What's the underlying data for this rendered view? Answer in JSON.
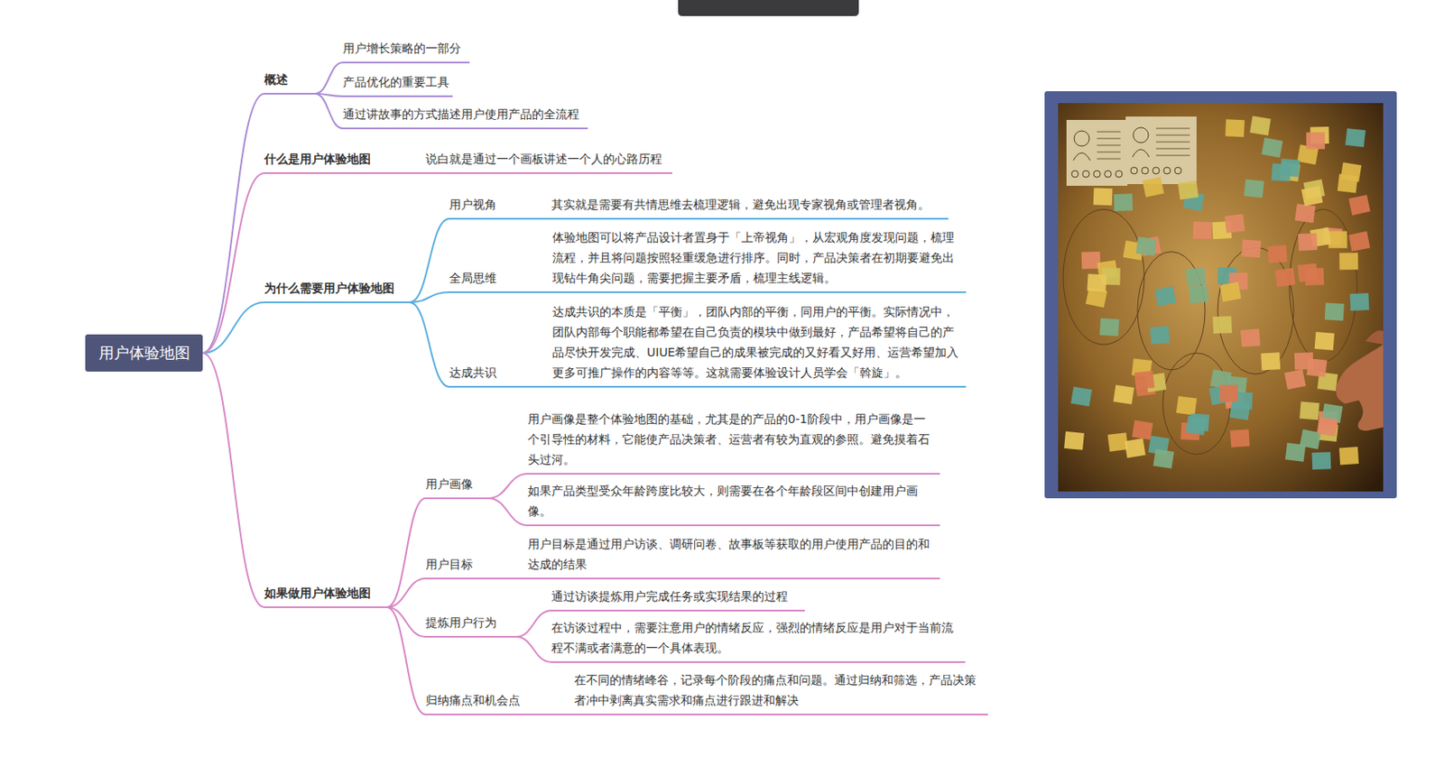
{
  "diagram": {
    "nodes": [
      {
        "text": [
          "用户体验地图"
        ]
      },
      {
        "text": [
          "概述"
        ]
      },
      {
        "text": [
          "用户增长策略的一部分"
        ]
      },
      {
        "text": [
          "产品优化的重要工具"
        ]
      },
      {
        "text": [
          "通过讲故事的方式描述用户使用产品的全流程"
        ]
      },
      {
        "text": [
          "什么是用户体验地图"
        ]
      },
      {
        "text": [
          "说白就是通过一个画板讲述一个人的心路历程"
        ]
      },
      {
        "text": [
          "为什么需要用户体验地图"
        ]
      },
      {
        "text": [
          "用户视角"
        ]
      },
      {
        "text": [
          "其实就是需要有共情思维去梳理逻辑，避免出现专家视角或管理者视角。"
        ]
      },
      {
        "text": [
          "全局思维"
        ]
      },
      {
        "text": [
          "体验地图可以将产品设计者置身于「上帝视角」，从宏观角度发现问题，梳理流程，并且将问题按照轻重缓急进行排序。同时，产品决策者在初期要避免出现钻牛角尖问题，需要把握主要矛盾，梳理主线逻辑。"
        ]
      },
      {
        "text": [
          "达成共识"
        ]
      },
      {
        "text": [
          "达成共识的本质是「平衡」，团队内部的平衡，同用户的平衡。实际情况中，团队内部每个职能都希望在自己负责的模块中做到最好，产品希望将自己的产品尽快开发完成、UIUE希望自己的成果被完成的又好看又好用、运营希望加入更多可推广操作的内容等等。这就需要体验设计人员学会「斡旋」。"
        ]
      },
      {
        "text": [
          "如果做用户体验地图"
        ]
      },
      {
        "text": [
          "用户画像"
        ]
      },
      {
        "text": [
          "用户画像是整个体验地图的基础，尤其是的产品的0-1阶段中，用户画像是一个引导性的材料，它能使产品决策者、运营者有较为直观的参照。避免摸着石头过河。"
        ]
      },
      {
        "text": [
          "如果产品类型受众年龄跨度比较大，则需要在各个年龄段区间中创建用户画像。"
        ]
      },
      {
        "text": [
          "用户目标"
        ]
      },
      {
        "text": [
          "用户目标是通过用户访谈、调研问卷、故事板等获取的用户使用产品的目的和达成的结果"
        ]
      },
      {
        "text": [
          "提炼用户行为"
        ]
      },
      {
        "text": [
          "通过访谈提炼用户完成任务或实现结果的过程"
        ]
      },
      {
        "text": [
          "在访谈过程中，需要注意用户的情绪反应，强烈的情绪反应是用户对于当前流程不满或者满意的一个具体表现。"
        ]
      },
      {
        "text": [
          "归纳痛点和机会点"
        ]
      },
      {
        "text": [
          "在不同的情绪峰谷，记录每个阶段的痛点和问题。通过归纳和筛选，产品决策者冲中剥离真实需求和痛点进行跟进和解决"
        ]
      }
    ],
    "edges": [
      {
        "from": 0,
        "to": 1,
        "arrow": "none"
      },
      {
        "from": 1,
        "to": 2,
        "arrow": "none"
      },
      {
        "from": 1,
        "to": 3,
        "arrow": "none"
      },
      {
        "from": 1,
        "to": 4,
        "arrow": "none"
      },
      {
        "from": 0,
        "to": 5,
        "arrow": "none"
      },
      {
        "from": 5,
        "to": 6,
        "arrow": "none"
      },
      {
        "from": 0,
        "to": 7,
        "arrow": "none"
      },
      {
        "from": 7,
        "to": 8,
        "arrow": "none"
      },
      {
        "from": 8,
        "to": 9,
        "arrow": "none"
      },
      {
        "from": 7,
        "to": 10,
        "arrow": "none"
      },
      {
        "from": 10,
        "to": 11,
        "arrow": "none"
      },
      {
        "from": 7,
        "to": 12,
        "arrow": "none"
      },
      {
        "from": 12,
        "to": 13,
        "arrow": "none"
      },
      {
        "from": 0,
        "to": 14,
        "arrow": "none"
      },
      {
        "from": 14,
        "to": 15,
        "arrow": "none"
      },
      {
        "from": 15,
        "to": 16,
        "arrow": "none"
      },
      {
        "from": 15,
        "to": 17,
        "arrow": "none"
      },
      {
        "from": 14,
        "to": 18,
        "arrow": "none"
      },
      {
        "from": 18,
        "to": 19,
        "arrow": "none"
      },
      {
        "from": 14,
        "to": 20,
        "arrow": "none"
      },
      {
        "from": 20,
        "to": 21,
        "arrow": "none"
      },
      {
        "from": 20,
        "to": 22,
        "arrow": "none"
      },
      {
        "from": 14,
        "to": 23,
        "arrow": "none"
      },
      {
        "from": 23,
        "to": 24,
        "arrow": "none"
      }
    ]
  }
}
